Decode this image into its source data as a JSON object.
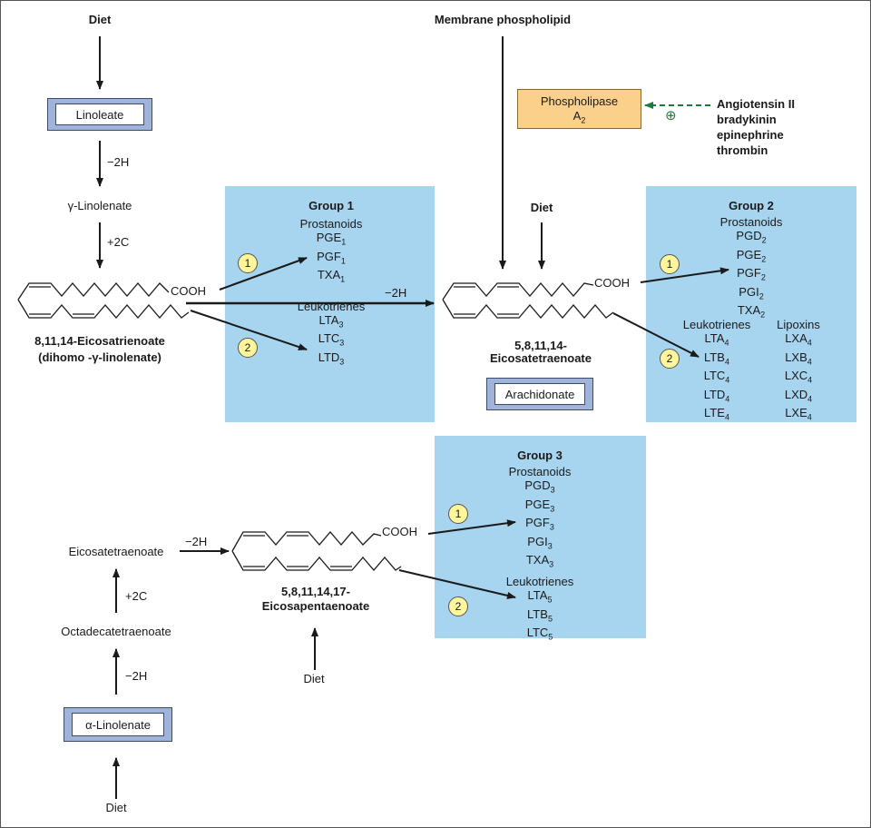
{
  "top_left": {
    "diet": "Diet",
    "linoleate": "Linoleate",
    "minus2h": "−2H",
    "gamma_linolenate": "γ-Linolenate",
    "plus2c": "+2C",
    "cooh": "COOH",
    "name_line1": "8,11,14-Eicosatrienoate",
    "name_line2": "(dihomo -γ-linolenate)"
  },
  "top_center": {
    "membrane": "Membrane phospholipid",
    "phospholipase_line1": "Phospholipase",
    "phospholipase_line2": "A",
    "phospholipase_sub": "2",
    "plus_sign": "⊕",
    "activators": [
      "Angiotensin II",
      "bradykinin",
      "epinephrine",
      "thrombin"
    ],
    "diet": "Diet",
    "minus2h": "−2H",
    "cooh": "COOH",
    "name_line1": "5,8,11,14-",
    "name_line2": "Eicosatetraenoate",
    "arachidonate": "Arachidonate"
  },
  "group1": {
    "title": "Group 1",
    "prostanoids_label": "Prostanoids",
    "prostanoids": [
      [
        "PGE",
        "1"
      ],
      [
        "PGF",
        "1"
      ],
      [
        "TXA",
        "1"
      ]
    ],
    "leukotrienes_label": "Leukotrienes",
    "leukotrienes": [
      [
        "LTA",
        "3"
      ],
      [
        "LTC",
        "3"
      ],
      [
        "LTD",
        "3"
      ]
    ]
  },
  "group2": {
    "title": "Group 2",
    "prostanoids_label": "Prostanoids",
    "prostanoids": [
      [
        "PGD",
        "2"
      ],
      [
        "PGE",
        "2"
      ],
      [
        "PGF",
        "2"
      ],
      [
        "PGI",
        "2"
      ],
      [
        "TXA",
        "2"
      ]
    ],
    "leukotrienes_label": "Leukotrienes",
    "leukotrienes": [
      [
        "LTA",
        "4"
      ],
      [
        "LTB",
        "4"
      ],
      [
        "LTC",
        "4"
      ],
      [
        "LTD",
        "4"
      ],
      [
        "LTE",
        "4"
      ]
    ],
    "lipoxins_label": "Lipoxins",
    "lipoxins": [
      [
        "LXA",
        "4"
      ],
      [
        "LXB",
        "4"
      ],
      [
        "LXC",
        "4"
      ],
      [
        "LXD",
        "4"
      ],
      [
        "LXE",
        "4"
      ]
    ]
  },
  "group3": {
    "title": "Group 3",
    "prostanoids_label": "Prostanoids",
    "prostanoids": [
      [
        "PGD",
        "3"
      ],
      [
        "PGE",
        "3"
      ],
      [
        "PGF",
        "3"
      ],
      [
        "PGI",
        "3"
      ],
      [
        "TXA",
        "3"
      ]
    ],
    "leukotrienes_label": "Leukotrienes",
    "leukotrienes": [
      [
        "LTA",
        "5"
      ],
      [
        "LTB",
        "5"
      ],
      [
        "LTC",
        "5"
      ]
    ]
  },
  "bottom": {
    "eicosatetraenoate": "Eicosatetraenoate",
    "minus2h_right": "−2H",
    "plus2c": "+2C",
    "octadecatetraenoate": "Octadecatetraenoate",
    "minus2h": "−2H",
    "alpha_linolenate": "α-Linolenate",
    "diet_left": "Diet",
    "cooh": "COOH",
    "name_line1": "5,8,11,14,17-",
    "name_line2": "Eicosapentaenoate",
    "diet_center": "Diet"
  },
  "step_numbers": {
    "one": "1",
    "two": "2"
  },
  "colors": {
    "group_fill": "#a7d5f0",
    "enzyme_fill": "#fbd08a",
    "number_fill": "#fff59a",
    "activation_arrow": "#1e7a3a",
    "substrate_box": "#9fb4d8"
  }
}
